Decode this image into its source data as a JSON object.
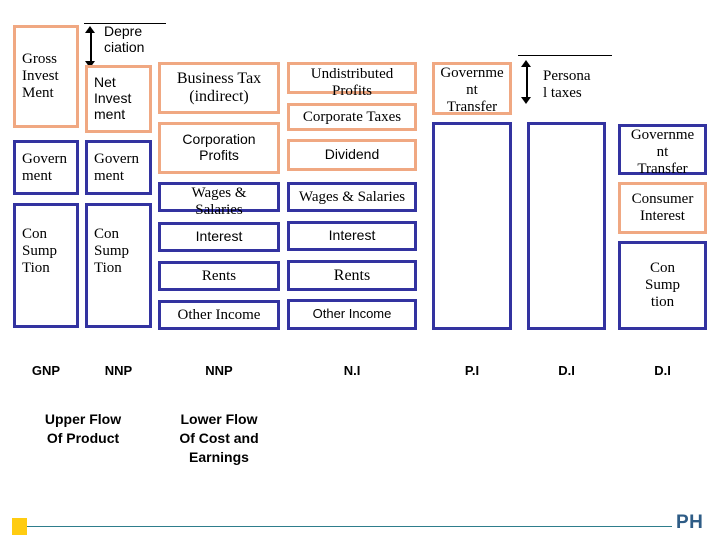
{
  "diagram": {
    "title": "Circular Flow of National Income Aggregates",
    "colors": {
      "orange_border": "#F0A882",
      "blue_border": "#3333A0",
      "text": "#000000",
      "footer_square": "#FFCC11",
      "footer_line": "#2E7D8C",
      "footer_logo": "#2E5C86"
    },
    "captions": {
      "depreciation": "Depre\nciation",
      "personal_taxes": "Persona\nl taxes"
    },
    "columns": {
      "gnp": {
        "label": "GNP",
        "boxes": [
          {
            "label": "Gross\nInvest\nMent",
            "style": "orange"
          },
          {
            "label": "Govern\nment",
            "style": "blue"
          },
          {
            "label": "Con\nSump\nTion",
            "style": "blue"
          }
        ]
      },
      "nnp_product": {
        "label": "NNP",
        "boxes": [
          {
            "label": "Net\nInvest\nment",
            "style": "orange"
          },
          {
            "label": "Govern\nment",
            "style": "blue"
          },
          {
            "label": "Con\nSump\nTion",
            "style": "blue"
          }
        ]
      },
      "nnp_cost": {
        "label": "NNP",
        "boxes": [
          {
            "label": "Business Tax\n(indirect)",
            "style": "orange"
          },
          {
            "label": "Corporation\nProfits",
            "style": "orange"
          },
          {
            "label": "Wages &\nSalaries",
            "style": "blue"
          },
          {
            "label": "Interest",
            "style": "blue"
          },
          {
            "label": "Rents",
            "style": "blue"
          },
          {
            "label": "Other Income",
            "style": "blue"
          }
        ]
      },
      "ni": {
        "label": "N.I",
        "boxes": [
          {
            "label": "Undistributed\nProfits",
            "style": "orange"
          },
          {
            "label": "Corporate Taxes",
            "style": "orange"
          },
          {
            "label": "Dividend",
            "style": "orange"
          },
          {
            "label": "Wages & Salaries",
            "style": "blue"
          },
          {
            "label": "Interest",
            "style": "blue"
          },
          {
            "label": "Rents",
            "style": "blue"
          },
          {
            "label": "Other Income",
            "style": "blue"
          }
        ]
      },
      "pi": {
        "label": "P.I",
        "boxes": [
          {
            "label": "Governme\nnt\nTransfer",
            "style": "orange"
          },
          {
            "label": "",
            "style": "blue"
          }
        ]
      },
      "di_left": {
        "label": "D.I",
        "boxes": [
          {
            "label": "",
            "style": "blue"
          }
        ]
      },
      "di_right": {
        "label": "D.I",
        "boxes": [
          {
            "label": "Governme\nnt\nTransfer",
            "style": "blue"
          },
          {
            "label": "Consumer\nInterest",
            "style": "orange"
          },
          {
            "label": "Con\nSump\ntion",
            "style": "blue"
          }
        ]
      }
    },
    "flows": {
      "upper": "Upper Flow\nOf Product",
      "lower": "Lower Flow\nOf Cost and\nEarnings"
    },
    "footer": {
      "logo": "PH"
    }
  }
}
